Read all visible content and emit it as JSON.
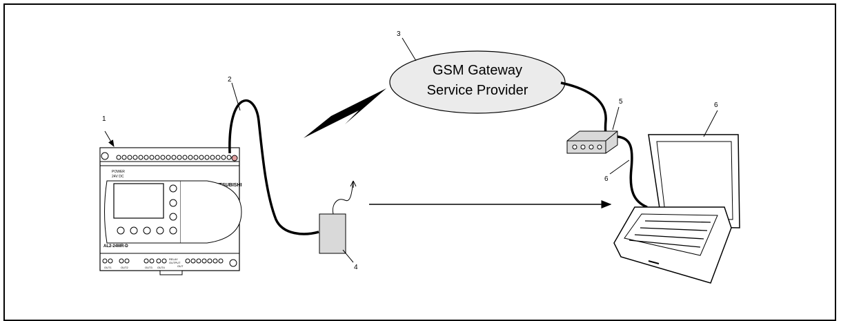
{
  "cloud": {
    "line1": "GSM Gateway",
    "line2": "Service Provider"
  },
  "plc": {
    "brand": "MITSUBISHI",
    "model": "AL2-24MR-D",
    "power_label_1": "POWER",
    "power_label_2": "24V DC",
    "relay_label_1": "RELAY",
    "relay_label_2": "OUTPUT",
    "relay_label_3": "OUT",
    "out_labels": [
      "OUT1",
      "OUT2",
      "OUT3",
      "OUT4"
    ]
  },
  "callouts": {
    "plc": "1",
    "cable": "2",
    "gateway": "3",
    "modem": "4",
    "laptop_cable": "5",
    "laptop": "6"
  },
  "colors": {
    "line": "#000000",
    "cloud_fill": "#ebebeb",
    "modem_fill": "#d9d9d9"
  }
}
